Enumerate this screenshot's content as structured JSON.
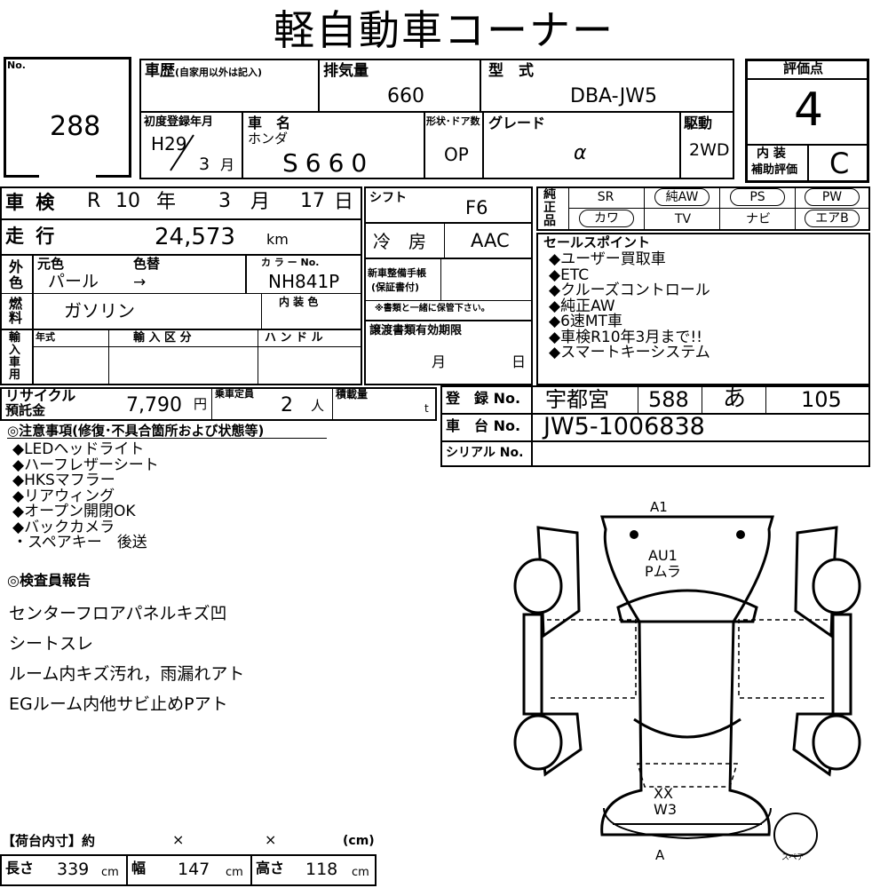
{
  "header": {
    "title": "軽自動車コーナー"
  },
  "lot": {
    "no_label": "No.",
    "number": "288"
  },
  "history": {
    "label": "車歴",
    "note": "(自家用以外は記入)"
  },
  "engine": {
    "label": "排気量",
    "value": "660"
  },
  "model": {
    "label": "型　式",
    "value": "DBA-JW5"
  },
  "score": {
    "label": "評価点",
    "value": "4",
    "interior_label1": "内 装",
    "interior_label2": "補助評価",
    "interior_value": "C"
  },
  "first_reg": {
    "label": "初度登録年月",
    "era_year": "H29",
    "month": "3",
    "month_unit": "月"
  },
  "car_name": {
    "label": "車　名",
    "maker": "ホンダ",
    "name": "S660"
  },
  "shape": {
    "label": "形状･ドア数",
    "value": "OP"
  },
  "grade": {
    "label": "グレード",
    "value": "α"
  },
  "drive": {
    "label": "駆動",
    "value": "2WD"
  },
  "inspection": {
    "label": "車 検",
    "era": "R",
    "year": "10",
    "year_unit": "年",
    "month": "3",
    "month_unit": "月",
    "day": "17",
    "day_unit": "日"
  },
  "mileage": {
    "label": "走 行",
    "value": "24,573",
    "unit": "km"
  },
  "shift": {
    "label": "シフト",
    "value": "F6"
  },
  "aircon": {
    "label": "冷　房",
    "value": "AAC"
  },
  "equipment": {
    "label": "純正品",
    "row1": [
      "SR",
      "純AW",
      "PS",
      "PW"
    ],
    "row2": [
      "カワ",
      "TV",
      "ナビ",
      "エアB"
    ]
  },
  "exterior": {
    "label": "外色",
    "orig_label": "元色",
    "change_label": "色替",
    "orig_value": "パール",
    "arrow": "→",
    "color_no_label": "カ ラ ー No.",
    "color_no": "NH841P"
  },
  "maintenance": {
    "label1": "新車整備手帳",
    "label2": "(保証書付)",
    "note": "※書類と一緒に保管下さい。"
  },
  "fuel": {
    "label": "燃料",
    "value": "ガソリン",
    "interior_color_label": "内 装 色"
  },
  "sales_points": {
    "label": "セールスポイント",
    "items": [
      "◆ユーザー買取車",
      "◆ETC",
      "◆クルーズコントロール",
      "◆純正AW",
      "◆6速MT車",
      "◆車検R10年3月まで!!",
      "◆スマートキーシステム"
    ]
  },
  "import": {
    "label": "輸入車用",
    "year_label": "年式",
    "category_label": "輸 入 区 分",
    "handle_label": "ハ ン ド ル"
  },
  "transfer": {
    "label": "譲渡書類有効期限",
    "month_unit": "月",
    "day_unit": "日"
  },
  "recycle": {
    "label1": "リサイクル",
    "label2": "預託金",
    "value": "7,790",
    "unit": "円"
  },
  "capacity": {
    "label": "乗車定員",
    "value": "2",
    "unit": "人"
  },
  "load": {
    "label": "積載量",
    "unit": "t"
  },
  "registration": {
    "label": "登　録 No.",
    "region": "宇都宮",
    "class": "588",
    "kana": "あ",
    "number": "105"
  },
  "chassis": {
    "label": "車　台 No.",
    "value": "JW5-1006838"
  },
  "serial": {
    "label": "シリアル No."
  },
  "notes": {
    "label": "◎注意事項(修復･不具合箇所および状態等)",
    "items": [
      "◆LEDヘッドライト",
      "◆ハーフレザーシート",
      "◆HKSマフラー",
      "◆リアウィング",
      "◆オープン開閉OK",
      "◆バックカメラ",
      "・スペアキー　後送"
    ]
  },
  "inspector": {
    "label": "◎検査員報告",
    "lines": [
      "センターフロアパネルキズ凹",
      "シートスレ",
      "ルーム内キズ汚れ，雨漏れアト",
      "EGルーム内他サビ止めPアト"
    ]
  },
  "diagram": {
    "front_mark": "A1",
    "roof_mark1": "AU1",
    "roof_mark2": "Pムラ",
    "rear_mark1": "XX",
    "rear_mark2": "W3",
    "rear_bottom": "A",
    "spare_label": "スペア"
  },
  "cargo": {
    "label": "【荷台内寸】約",
    "x1": "×",
    "x2": "×",
    "unit": "(cm)",
    "length_label": "長さ",
    "length": "339",
    "width_label": "幅",
    "width": "147",
    "height_label": "高さ",
    "height": "118",
    "cm": "cm"
  }
}
